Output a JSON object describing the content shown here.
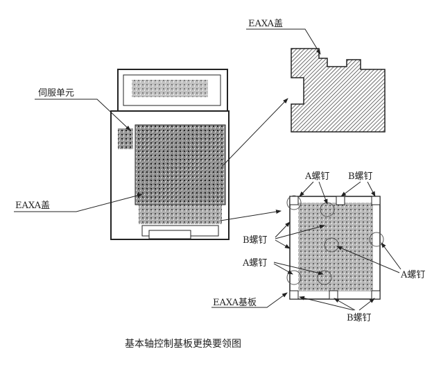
{
  "labels": {
    "cover_top": "EAXA盖",
    "servo_unit": "伺服单元",
    "cover_left": "EAXA盖",
    "a_screw_top": "A螺钉",
    "b_screw_top": "B螺钉",
    "b_screw_left": "B螺钉",
    "a_screw_left": "A螺钉",
    "a_screw_right": "A螺钉",
    "board": "EAXA基板",
    "b_screw_bottom": "B螺钉"
  },
  "caption": "基本轴控制基板更换要领图"
}
